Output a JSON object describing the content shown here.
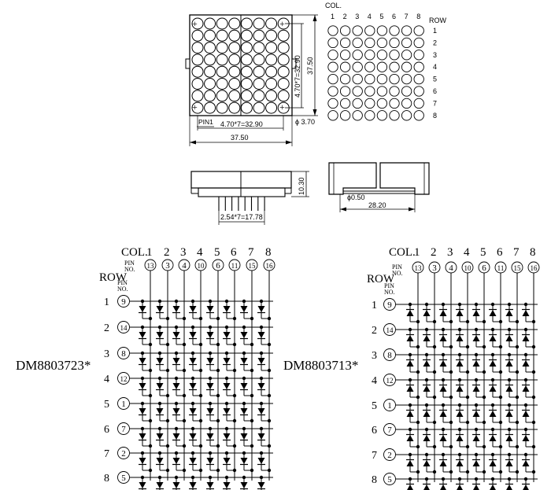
{
  "top_view": {
    "col_label": "COL.",
    "row_label": "ROW",
    "col_numbers": [
      "1",
      "2",
      "3",
      "4",
      "5",
      "6",
      "7",
      "8"
    ],
    "row_numbers": [
      "1",
      "2",
      "3",
      "4",
      "5",
      "6",
      "7",
      "8"
    ],
    "dim_pitch_horizontal": "4.70*7=32.90",
    "dim_pitch_vertical": "4.70*7=32.90",
    "dim_width": "37.50",
    "dim_height": "37.50",
    "dim_dot_diameter": "ϕ 3.70",
    "pin_marker": "PIN1",
    "plus_marks": "+"
  },
  "side_views": {
    "dim_body_height": "10.30",
    "dim_pin_span": "2.54*7=17.78",
    "dim_pin_diameter": "ϕ0.50",
    "dim_body_depth": "28.20"
  },
  "schematics": [
    {
      "model": "DM8803723*",
      "col_label": "COL.",
      "pin_label": "PIN",
      "no_label": "NO.",
      "row_label": "ROW",
      "col_numbers": [
        "1",
        "2",
        "3",
        "4",
        "5",
        "6",
        "7",
        "8"
      ],
      "col_pins": [
        "13",
        "3",
        "4",
        "10",
        "6",
        "11",
        "15",
        "16"
      ],
      "row_numbers": [
        "1",
        "2",
        "3",
        "4",
        "5",
        "6",
        "7",
        "8"
      ],
      "row_pins": [
        "9",
        "14",
        "8",
        "12",
        "1",
        "7",
        "2",
        "5"
      ],
      "diode_direction": "down"
    },
    {
      "model": "DM8803713*",
      "col_label": "COL.",
      "pin_label": "PIN",
      "no_label": "NO.",
      "row_label": "ROW",
      "col_numbers": [
        "1",
        "2",
        "3",
        "4",
        "5",
        "6",
        "7",
        "8"
      ],
      "col_pins": [
        "13",
        "3",
        "4",
        "10",
        "6",
        "11",
        "15",
        "16"
      ],
      "row_numbers": [
        "1",
        "2",
        "3",
        "4",
        "5",
        "6",
        "7",
        "8"
      ],
      "row_pins": [
        "9",
        "14",
        "8",
        "12",
        "1",
        "7",
        "2",
        "5"
      ],
      "diode_direction": "up"
    }
  ]
}
